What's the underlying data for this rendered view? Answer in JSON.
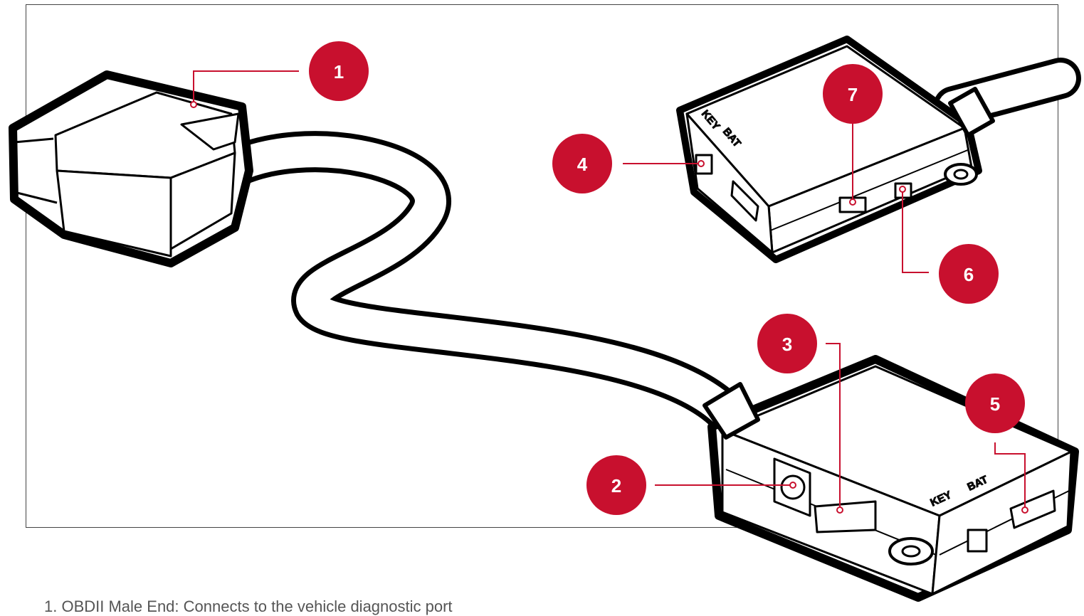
{
  "badges": [
    {
      "number": "1",
      "color": "#c8102e"
    },
    {
      "number": "2",
      "color": "#c8102e"
    },
    {
      "number": "3",
      "color": "#c8102e"
    },
    {
      "number": "4",
      "color": "#c8102e"
    },
    {
      "number": "5",
      "color": "#c8102e"
    },
    {
      "number": "6",
      "color": "#c8102e"
    },
    {
      "number": "7",
      "color": "#c8102e"
    }
  ],
  "device_labels": {
    "top_key": "KEY",
    "top_bat": "BAT",
    "bottom_key": "KEY",
    "bottom_bat": "BAT"
  },
  "caption": "1. OBDII Male End: Connects to the vehicle diagnostic port",
  "colors": {
    "accent": "#c8102e",
    "outline": "#000000",
    "leader": "#c8102e"
  }
}
